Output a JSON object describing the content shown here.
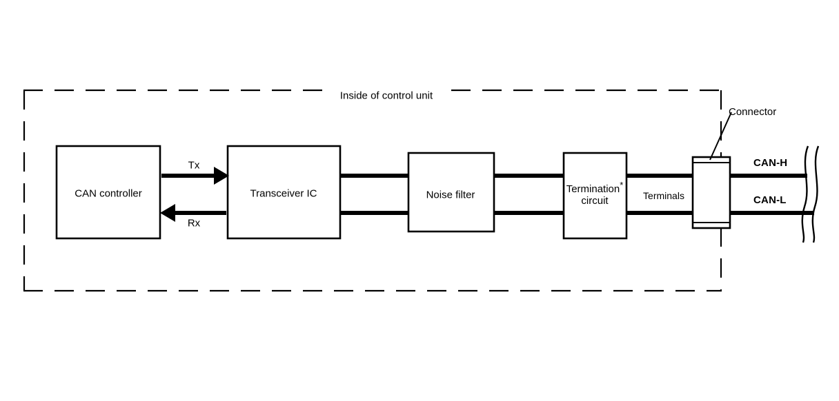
{
  "diagram": {
    "title": "Inside of control unit",
    "blocks": [
      {
        "id": "can-controller",
        "label": "CAN controller"
      },
      {
        "id": "transceiver-ic",
        "label": "Transceiver IC"
      },
      {
        "id": "noise-filter",
        "label": "Noise filter"
      },
      {
        "id": "termination-circuit",
        "label_line1": "Termination",
        "label_line2": "circuit",
        "footnote_marker": "*"
      },
      {
        "id": "connector",
        "label": "Connector"
      }
    ],
    "signals": [
      {
        "id": "tx",
        "label": "Tx",
        "direction": "right"
      },
      {
        "id": "rx",
        "label": "Rx",
        "direction": "left"
      }
    ],
    "bus_lines": [
      {
        "id": "can-h",
        "label": "CAN-H"
      },
      {
        "id": "can-l",
        "label": "CAN-L"
      }
    ],
    "annotations": [
      {
        "id": "terminals",
        "label": "Terminals"
      }
    ],
    "colors": {
      "stroke": "#000000",
      "background": "#ffffff"
    }
  }
}
